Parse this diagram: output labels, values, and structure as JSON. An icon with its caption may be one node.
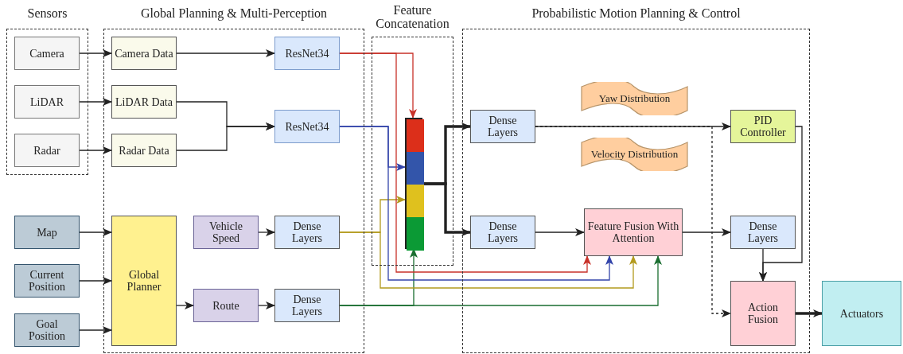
{
  "diagram": {
    "nodes": [
      {
        "text": [
          "Sensors"
        ]
      },
      {
        "text": [
          "Camera"
        ],
        "in": 0
      },
      {
        "text": [
          "LiDAR"
        ],
        "in": 0
      },
      {
        "text": [
          "Radar"
        ],
        "in": 0
      },
      {
        "text": [
          "Global Planning & Multi-Perception"
        ]
      },
      {
        "text": [
          "Camera Data"
        ],
        "in": 4
      },
      {
        "text": [
          "LiDAR Data"
        ],
        "in": 4
      },
      {
        "text": [
          "Radar Data"
        ],
        "in": 4
      },
      {
        "text": [
          "ResNet34"
        ],
        "in": 4
      },
      {
        "text": [
          "ResNet34"
        ],
        "in": 4
      },
      {
        "text": [
          "Map"
        ]
      },
      {
        "text": [
          "Current Position"
        ]
      },
      {
        "text": [
          "Goal Position"
        ]
      },
      {
        "text": [
          "Global Planner"
        ],
        "in": 4
      },
      {
        "text": [
          "Vehicle Speed"
        ],
        "in": 4
      },
      {
        "text": [
          "Dense Layers"
        ],
        "in": 4
      },
      {
        "text": [
          "Route"
        ],
        "in": 4
      },
      {
        "text": [
          "Dense Layers"
        ],
        "in": 4
      },
      {
        "text": [
          "Feature Concatenation"
        ]
      },
      {
        "text": [],
        "shape": "bar",
        "in": 18
      },
      {
        "text": [],
        "shape": "box",
        "in": 19
      },
      {
        "text": [],
        "shape": "box",
        "in": 19
      },
      {
        "text": [],
        "shape": "box",
        "in": 19
      },
      {
        "text": [],
        "shape": "box",
        "in": 19
      },
      {
        "text": [
          "Probabilistic Motion Planning & Control"
        ]
      },
      {
        "text": [
          "Dense Layers"
        ],
        "in": 24
      },
      {
        "text": [
          "Dense Layers"
        ],
        "in": 24
      },
      {
        "text": [
          "Yaw Distribution"
        ],
        "in": 24
      },
      {
        "text": [
          "Velocity Distribution"
        ],
        "in": 24
      },
      {
        "text": [
          "Feature Fusion With Attention"
        ],
        "in": 24
      },
      {
        "text": [
          "PID Controller"
        ],
        "in": 24
      },
      {
        "text": [
          "Dense Layers"
        ],
        "in": 24
      },
      {
        "text": [
          "Action Fusion"
        ],
        "in": 24
      },
      {
        "text": [
          "Actuators"
        ]
      }
    ],
    "edges": [
      {
        "from": 1,
        "to": 5,
        "arrow": "to"
      },
      {
        "from": 2,
        "to": 6,
        "arrow": "to"
      },
      {
        "from": 3,
        "to": 7,
        "arrow": "to"
      },
      {
        "from": 5,
        "to": 8,
        "arrow": "to"
      },
      {
        "from": 6,
        "to": 9,
        "arrow": "to"
      },
      {
        "from": 7,
        "to": 9,
        "arrow": "to"
      },
      {
        "from": 10,
        "to": 13,
        "arrow": "to"
      },
      {
        "from": 11,
        "to": 13,
        "arrow": "to"
      },
      {
        "from": 12,
        "to": 13,
        "arrow": "to"
      },
      {
        "from": 14,
        "to": 15,
        "arrow": "to"
      },
      {
        "from": 13,
        "to": 16,
        "arrow": "to"
      },
      {
        "from": 16,
        "to": 17,
        "arrow": "to"
      },
      {
        "from": 8,
        "to": 20,
        "arrow": "to",
        "color": "#c8322a"
      },
      {
        "from": 9,
        "to": 21,
        "arrow": "to",
        "color": "#3344aa"
      },
      {
        "from": 15,
        "to": 22,
        "arrow": "to",
        "color": "#b39a1e"
      },
      {
        "from": 17,
        "to": 23,
        "arrow": "to",
        "color": "#1a6e30"
      },
      {
        "from": 8,
        "to": 29,
        "arrow": "to",
        "color": "#c8322a"
      },
      {
        "from": 9,
        "to": 29,
        "arrow": "to",
        "color": "#3344aa"
      },
      {
        "from": 15,
        "to": 29,
        "arrow": "to",
        "color": "#b39a1e"
      },
      {
        "from": 17,
        "to": 29,
        "arrow": "to",
        "color": "#1a6e30"
      },
      {
        "from": 19,
        "to": 25,
        "arrow": "to",
        "style": "thick"
      },
      {
        "from": 19,
        "to": 26,
        "arrow": "to",
        "style": "thick"
      },
      {
        "from": 25,
        "to": 30,
        "arrow": "to"
      },
      {
        "from": 26,
        "to": 29,
        "arrow": "to"
      },
      {
        "from": 29,
        "to": 31,
        "arrow": "to"
      },
      {
        "from": 31,
        "to": 32,
        "arrow": "to"
      },
      {
        "from": 30,
        "to": 32,
        "arrow": "to"
      },
      {
        "from": 25,
        "to": 32,
        "arrow": "to",
        "style": "dashed"
      },
      {
        "from": 32,
        "to": 33,
        "arrow": "to",
        "style": "thick"
      }
    ]
  }
}
